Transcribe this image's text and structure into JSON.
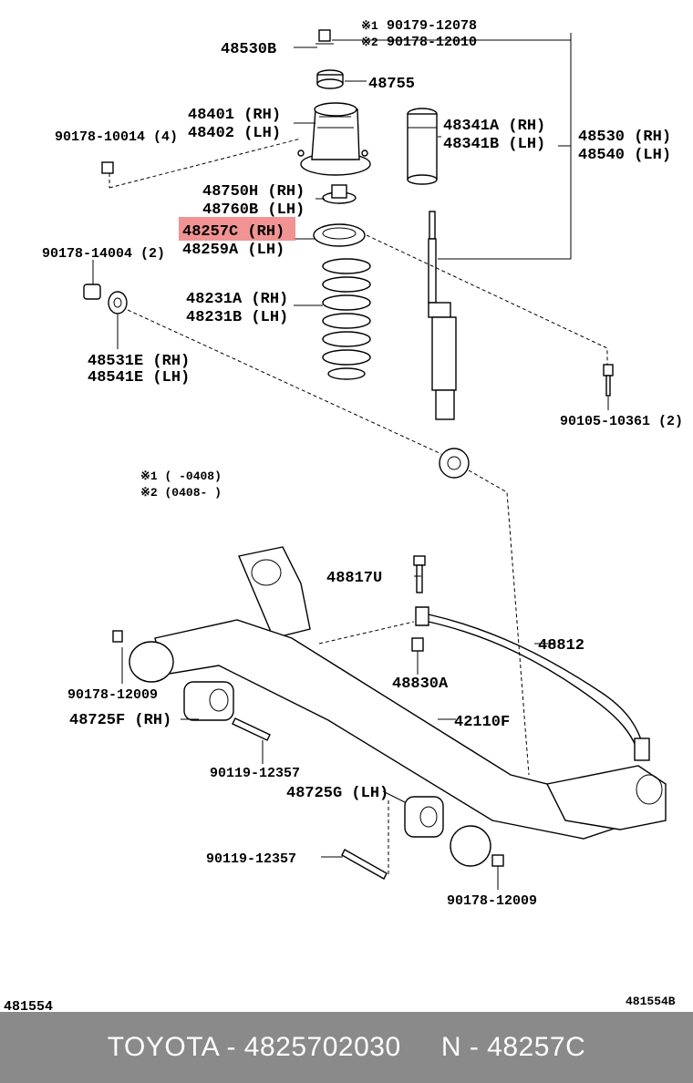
{
  "notes": {
    "n1_code": "90179-12078",
    "n2_code": "90178-12010",
    "note1": "※1 (      -0408)",
    "note2": "※2 (0408-      )",
    "mark1": "※1",
    "mark2": "※2"
  },
  "labels": {
    "p48530B": "48530B",
    "p48755": "48755",
    "p48401": "48401 (RH)",
    "p48402": "48402 (LH)",
    "p90178_10014": "90178-10014 (4)",
    "p48341A": "48341A (RH)",
    "p48341B": "48341B (LH)",
    "p48530": "48530 (RH)",
    "p48540": "48540 (LH)",
    "p48750H": "48750H (RH)",
    "p48760B": "48760B (LH)",
    "p48257C": "48257C (RH)",
    "p48259A": "48259A (LH)",
    "p90178_14004": "90178-14004 (2)",
    "p48231A": "48231A (RH)",
    "p48231B": "48231B (LH)",
    "p48531E": "48531E (RH)",
    "p48541E": "48541E (LH)",
    "p90105_10361": "90105-10361 (2)",
    "p48817U": "48817U",
    "p48812": "48812",
    "p48830A": "48830A",
    "p90178_12009a": "90178-12009",
    "p48725F": "48725F (RH)",
    "p42110F": "42110F",
    "p90119_12357a": "90119-12357",
    "p48725G": "48725G (LH)",
    "p90119_12357b": "90119-12357",
    "p90178_12009b": "90178-12009",
    "diagram_id_left": "481554",
    "diagram_id_right": "481554B"
  },
  "highlight_color": "#f08080",
  "footer": {
    "text": "TOYOTA - 4825702030     N - 48257C"
  }
}
